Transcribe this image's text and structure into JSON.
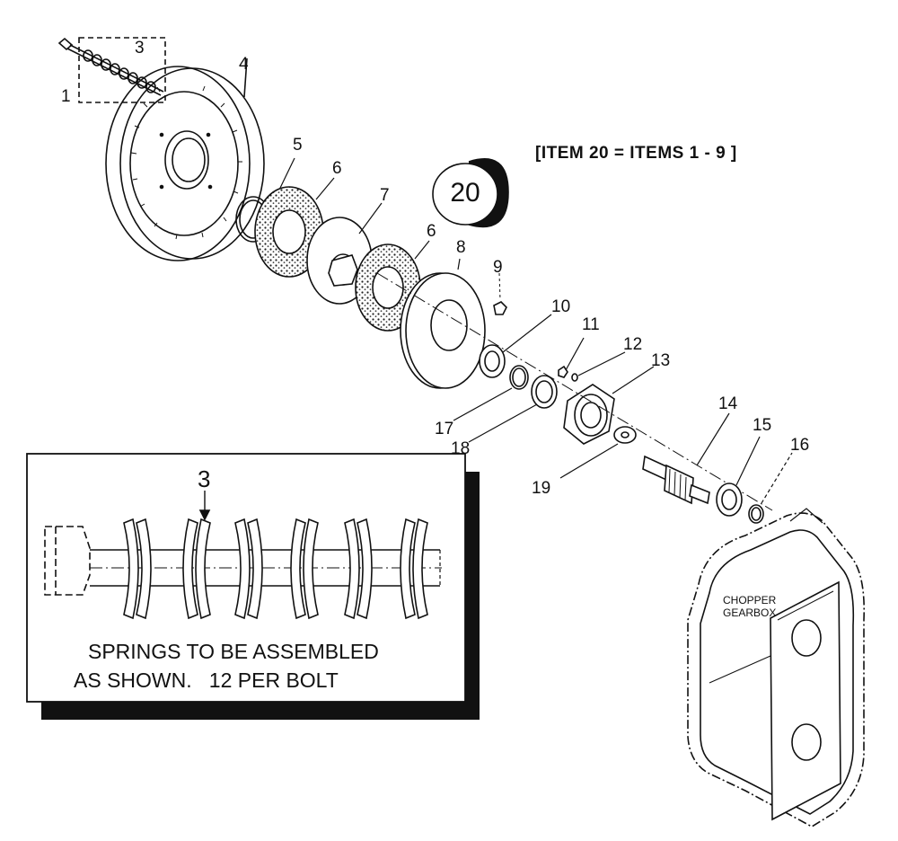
{
  "note": "[ITEM 20 = ITEMS 1 - 9 ]",
  "badge": "20",
  "gearbox_label": [
    "CHOPPER",
    "GEARBOX"
  ],
  "inset": {
    "item_number": "3",
    "line1": "SPRINGS TO BE ASSEMBLED",
    "line2": "AS SHOWN.   12 PER BOLT"
  },
  "callouts": {
    "c1": "1",
    "c3": "3",
    "c4": "4",
    "c5": "5",
    "c6a": "6",
    "c6b": "6",
    "c7": "7",
    "c8": "8",
    "c9": "9",
    "c10": "10",
    "c11": "11",
    "c12": "12",
    "c13": "13",
    "c14": "14",
    "c15": "15",
    "c16": "16",
    "c17": "17",
    "c18": "18",
    "c19": "19"
  }
}
